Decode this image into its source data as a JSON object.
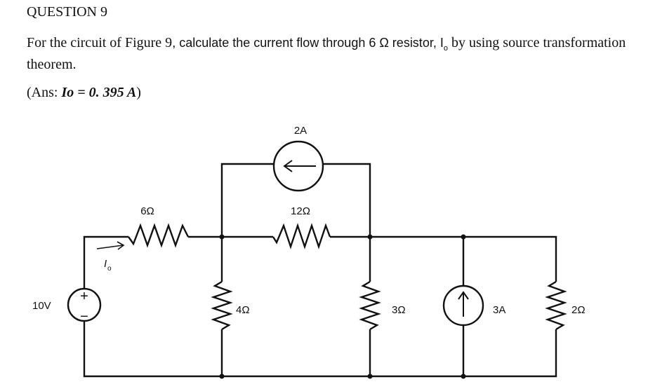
{
  "question": {
    "title": "QUESTION 9",
    "intro": "For the circuit of",
    "figure_ref": "Figure 9",
    "middle": ", calculate the current flow through 6 Ω resistor, I",
    "sub": "o",
    "tail": " by using source transformation theorem.",
    "answer_open": "(Ans: ",
    "answer_value": "Io = 0. 395 A",
    "answer_close": ")"
  },
  "circuit": {
    "source_voltage": "10V",
    "plus": "+",
    "minus": "−",
    "current_label": "I",
    "current_sub": "o",
    "r1": "6Ω",
    "r2": "12Ω",
    "r3": "4Ω",
    "r4": "3Ω",
    "r5": "2Ω",
    "is_top": "2A",
    "is_right": "3A"
  }
}
